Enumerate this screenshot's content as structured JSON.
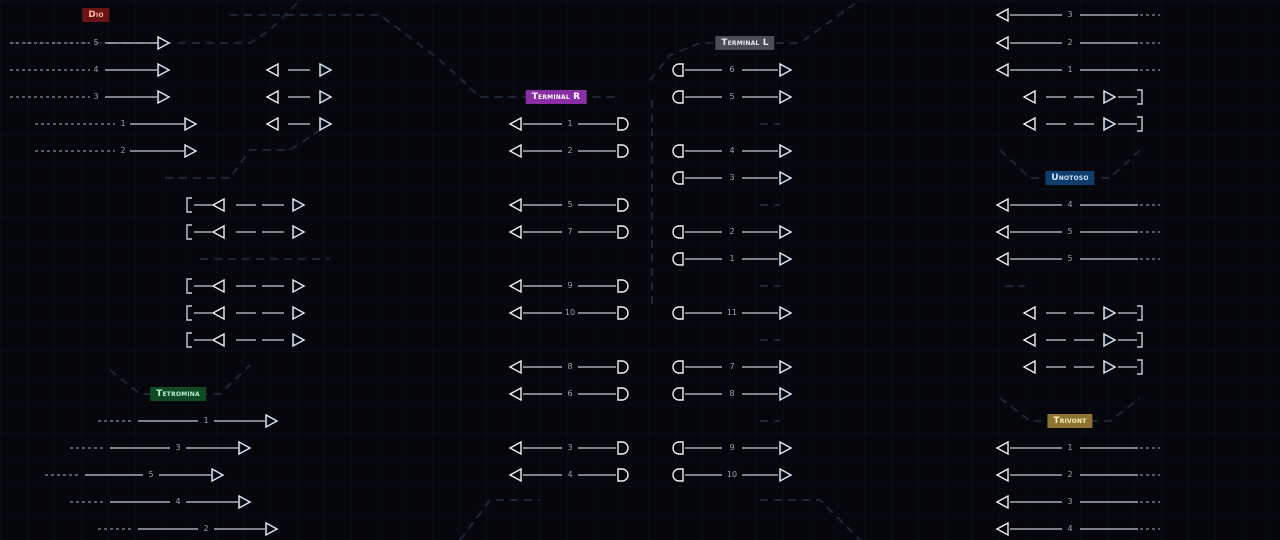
{
  "colors": {
    "background": "#05070d",
    "dio": "#6b1414",
    "terminal_l": "#4a4d55",
    "terminal_r": "#8a2ea6",
    "unotoso": "#0f3d6e",
    "tetromina": "#0f4a25",
    "trivont": "#8a7430"
  },
  "groups": {
    "dio": {
      "label": "Dio",
      "lanes": [
        "5",
        "4",
        "3",
        "1",
        "2"
      ]
    },
    "tetromina": {
      "label": "Tetromina",
      "lanes": [
        "1",
        "3",
        "5",
        "4",
        "2"
      ]
    },
    "terminal_r": {
      "label": "Terminal R",
      "lanes": [
        "1",
        "2",
        "5",
        "7",
        "9",
        "10",
        "8",
        "6",
        "3",
        "4"
      ]
    },
    "terminal_l": {
      "label": "Terminal L",
      "lanes": [
        "6",
        "5",
        "4",
        "3",
        "2",
        "1",
        "11",
        "7",
        "8",
        "9",
        "10"
      ]
    },
    "unotoso": {
      "label": "Unotoso",
      "lanes": [
        "3",
        "2",
        "1",
        "4",
        "5",
        "5"
      ]
    },
    "trivont": {
      "label": "Trivont",
      "lanes": [
        "1",
        "2",
        "3",
        "4"
      ]
    }
  }
}
